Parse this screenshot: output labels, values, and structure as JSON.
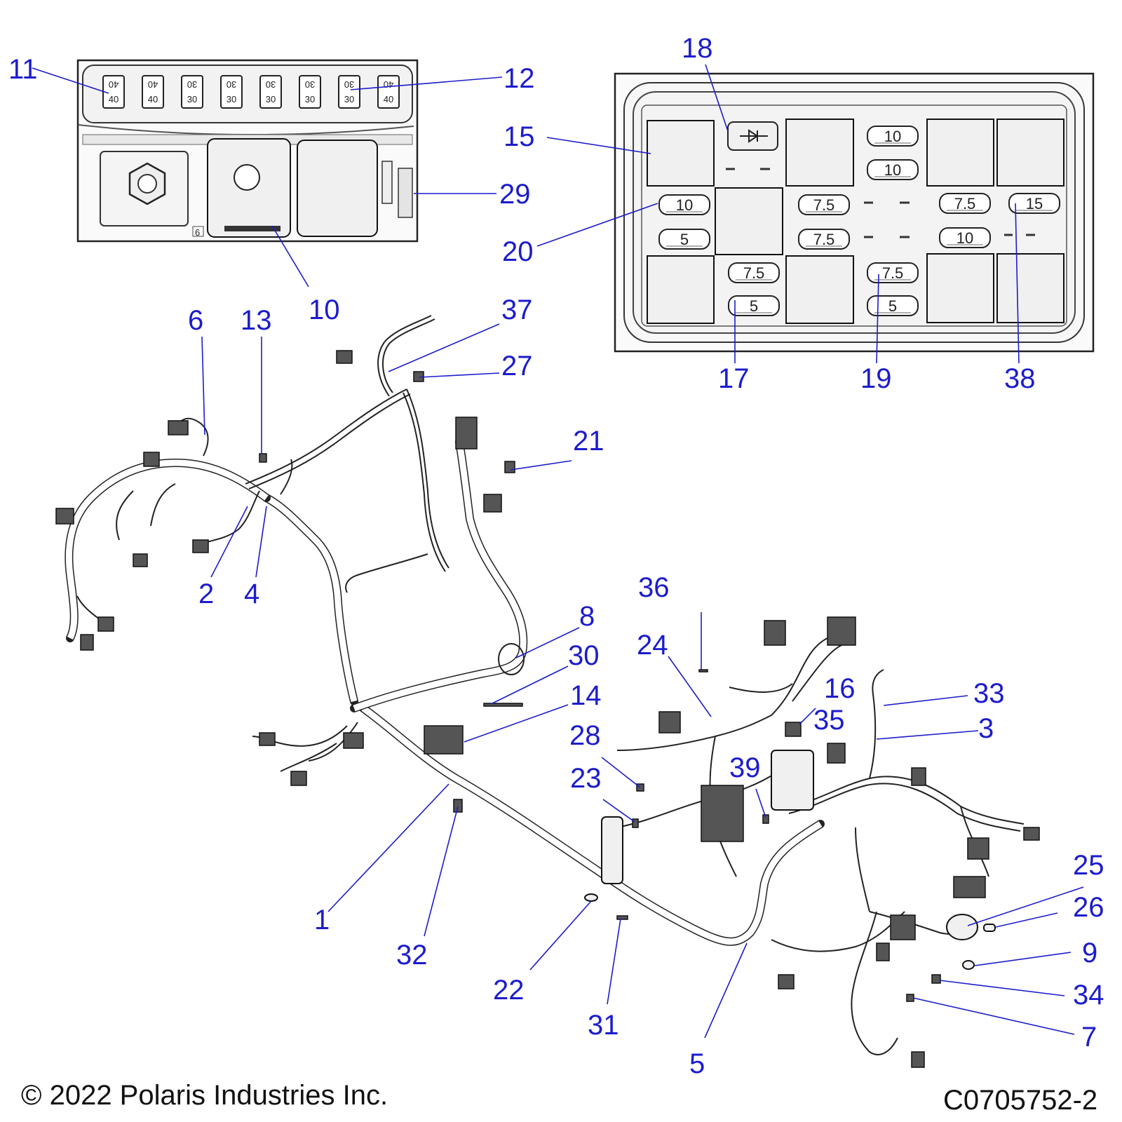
{
  "callouts": [
    {
      "id": "c1",
      "label": "1"
    },
    {
      "id": "c2",
      "label": "2"
    },
    {
      "id": "c3",
      "label": "3"
    },
    {
      "id": "c4",
      "label": "4"
    },
    {
      "id": "c5",
      "label": "5"
    },
    {
      "id": "c6",
      "label": "6"
    },
    {
      "id": "c7",
      "label": "7"
    },
    {
      "id": "c8",
      "label": "8"
    },
    {
      "id": "c9",
      "label": "9"
    },
    {
      "id": "c10",
      "label": "10"
    },
    {
      "id": "c11",
      "label": "11"
    },
    {
      "id": "c12",
      "label": "12"
    },
    {
      "id": "c13",
      "label": "13"
    },
    {
      "id": "c14",
      "label": "14"
    },
    {
      "id": "c15",
      "label": "15"
    },
    {
      "id": "c16",
      "label": "16"
    },
    {
      "id": "c17",
      "label": "17"
    },
    {
      "id": "c18",
      "label": "18"
    },
    {
      "id": "c19",
      "label": "19"
    },
    {
      "id": "c20",
      "label": "20"
    },
    {
      "id": "c21",
      "label": "21"
    },
    {
      "id": "c22",
      "label": "22"
    },
    {
      "id": "c23",
      "label": "23"
    },
    {
      "id": "c24",
      "label": "24"
    },
    {
      "id": "c25",
      "label": "25"
    },
    {
      "id": "c26",
      "label": "26"
    },
    {
      "id": "c27",
      "label": "27"
    },
    {
      "id": "c28",
      "label": "28"
    },
    {
      "id": "c29",
      "label": "29"
    },
    {
      "id": "c30",
      "label": "30"
    },
    {
      "id": "c31",
      "label": "31"
    },
    {
      "id": "c32",
      "label": "32"
    },
    {
      "id": "c33",
      "label": "33"
    },
    {
      "id": "c34",
      "label": "34"
    },
    {
      "id": "c35",
      "label": "35"
    },
    {
      "id": "c36",
      "label": "36"
    },
    {
      "id": "c37",
      "label": "37"
    },
    {
      "id": "c38",
      "label": "38"
    },
    {
      "id": "c39",
      "label": "39"
    }
  ],
  "top_fuse_row": [
    {
      "top": "40",
      "bottom": "40"
    },
    {
      "top": "40",
      "bottom": "40"
    },
    {
      "top": "30",
      "bottom": "30"
    },
    {
      "top": "30",
      "bottom": "30"
    },
    {
      "top": "30",
      "bottom": "30"
    },
    {
      "top": "30",
      "bottom": "30"
    },
    {
      "top": "30",
      "bottom": "30"
    },
    {
      "top": "40",
      "bottom": "40"
    }
  ],
  "fuse_box_marks": {
    "small_number": "6"
  },
  "fuse_box_fuses": [
    {
      "id": "f10a",
      "rating": "10"
    },
    {
      "id": "f10b",
      "rating": "10"
    },
    {
      "id": "f10c",
      "rating": "10"
    },
    {
      "id": "f5a",
      "rating": "5"
    },
    {
      "id": "f75a",
      "rating": "7.5"
    },
    {
      "id": "f75b",
      "rating": "7.5"
    },
    {
      "id": "f75c",
      "rating": "7.5"
    },
    {
      "id": "f10d",
      "rating": "10"
    },
    {
      "id": "f15",
      "rating": "15"
    },
    {
      "id": "f75d",
      "rating": "7.5"
    },
    {
      "id": "f5b",
      "rating": "5"
    },
    {
      "id": "f75e",
      "rating": "7.5"
    },
    {
      "id": "f5c",
      "rating": "5"
    }
  ],
  "footer": {
    "copyright": "© 2022 Polaris Industries Inc.",
    "drawing_number": "C0705752-2"
  }
}
